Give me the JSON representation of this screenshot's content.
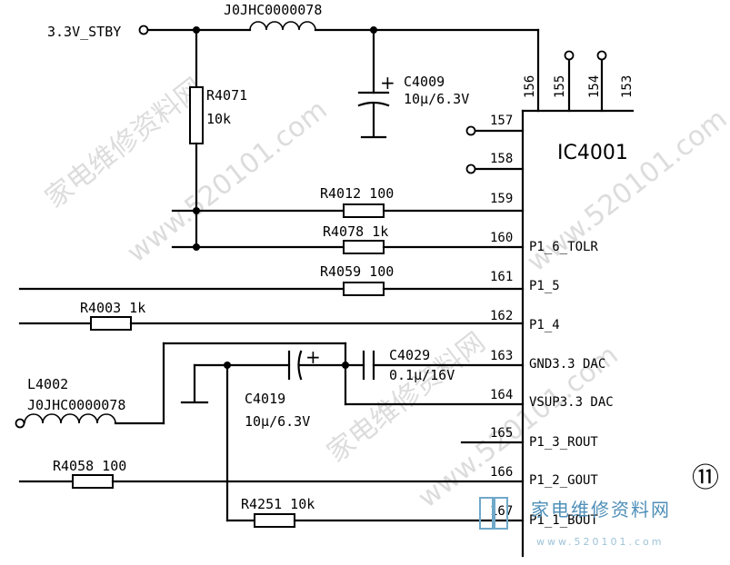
{
  "net_3v3": "3.3V_STBY",
  "inductor_top": "J0JHC0000078",
  "cap_c4009": {
    "ref": "C4009",
    "value": "10μ/6.3V"
  },
  "res_r4071": {
    "ref": "R4071",
    "value": "10k"
  },
  "ic": {
    "ref": "IC4001"
  },
  "top_pins": [
    "156",
    "155",
    "154",
    "153"
  ],
  "pins": [
    {
      "num": "157",
      "name": ""
    },
    {
      "num": "158",
      "name": ""
    },
    {
      "num": "159",
      "name": ""
    },
    {
      "num": "160",
      "name": "P1_6_TOLR"
    },
    {
      "num": "161",
      "name": "P1_5"
    },
    {
      "num": "162",
      "name": "P1_4"
    },
    {
      "num": "163",
      "name": "GND3.3 DAC"
    },
    {
      "num": "164",
      "name": "VSUP3.3 DAC"
    },
    {
      "num": "165",
      "name": "P1_3_ROUT"
    },
    {
      "num": "166",
      "name": "P1_2_GOUT"
    },
    {
      "num": "167",
      "name": "P1_1_BOUT"
    }
  ],
  "res_r4012": "R4012 100",
  "res_r4078": "R4078 1k",
  "res_r4059": "R4059 100",
  "res_r4003": "R4003 1k",
  "res_r4058": "R4058 100",
  "res_r4251": "R4251 10k",
  "cap_c4029": {
    "ref": "C4029",
    "value": "0.1μ/16V"
  },
  "cap_c4019": {
    "ref": "C4019",
    "value": "10μ/6.3V"
  },
  "ind_l4002": {
    "ref": "L4002",
    "value": "J0JHC0000078"
  },
  "page_marker": "⑪",
  "watermark_site": "www.520101.com",
  "watermark_cn": "家电维修资料网",
  "logo_text": "家电维修资料网",
  "logo_url": "www.520101.com"
}
